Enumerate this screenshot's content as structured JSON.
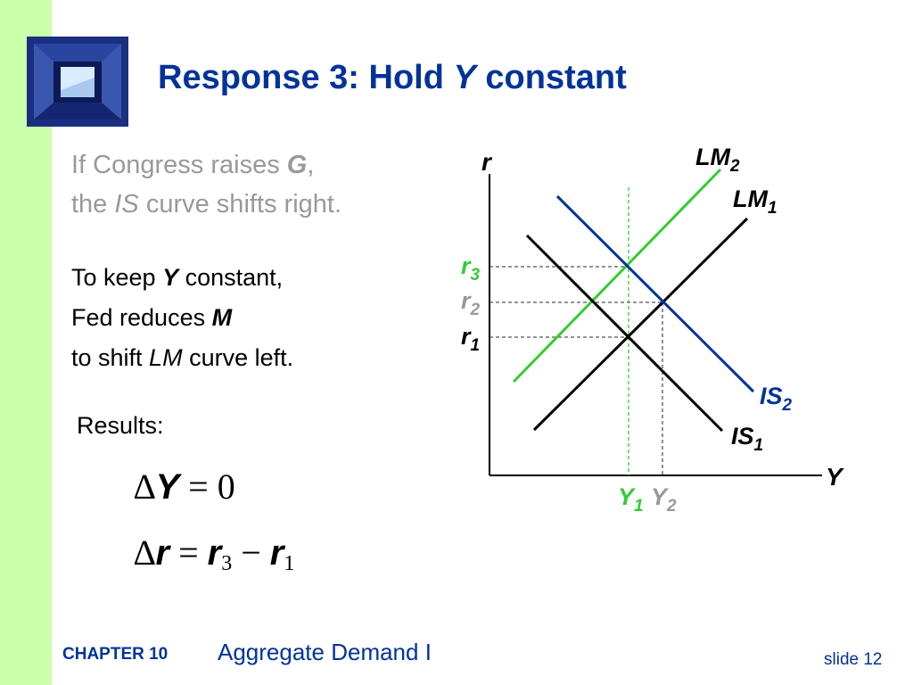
{
  "title": {
    "prefix": "Response 3:   Hold ",
    "var": "Y",
    "suffix": " constant"
  },
  "intro": {
    "line1_a": "If Congress raises ",
    "line1_var": "G",
    "line1_b": ",",
    "line2_a": "the ",
    "line2_var": "IS",
    "line2_b": " curve shifts right."
  },
  "response": {
    "line1_a": "To keep ",
    "line1_var": "Y",
    "line1_b": " constant,",
    "line2_a": "Fed reduces ",
    "line2_var": "M",
    "line3_a": "to shift ",
    "line3_var": "LM",
    "line3_b": " curve left."
  },
  "results_label": "Results:",
  "equations": {
    "eq1": {
      "delta": "∆",
      "var": "Y",
      "op": " = ",
      "rhs": "0"
    },
    "eq2": {
      "delta": "∆",
      "var": "r",
      "op": " = ",
      "r": "r",
      "sub3": "3",
      "minus": " − ",
      "sub1": "1"
    }
  },
  "diagram": {
    "y_axis_label": "r",
    "x_axis_label": "Y",
    "curves": [
      {
        "id": "LM2",
        "base": "LM",
        "sub": "2",
        "color": "#33cc33"
      },
      {
        "id": "LM1",
        "base": "LM",
        "sub": "1",
        "color": "#000000"
      },
      {
        "id": "IS2",
        "base": "IS",
        "sub": "2",
        "color": "#003399"
      },
      {
        "id": "IS1",
        "base": "IS",
        "sub": "1",
        "color": "#000000"
      }
    ],
    "r_labels": [
      {
        "base": "r",
        "sub": "3",
        "color": "#33cc33"
      },
      {
        "base": "r",
        "sub": "2",
        "color": "#999999"
      },
      {
        "base": "r",
        "sub": "1",
        "color": "#000000"
      }
    ],
    "y_labels": [
      {
        "base": "Y",
        "sub": "1",
        "color": "#33cc33"
      },
      {
        "base": "Y",
        "sub": "2",
        "color": "#999999"
      }
    ]
  },
  "footer": {
    "chapter": "CHAPTER 10",
    "subtitle": "Aggregate Demand I",
    "slide": "slide 12"
  }
}
